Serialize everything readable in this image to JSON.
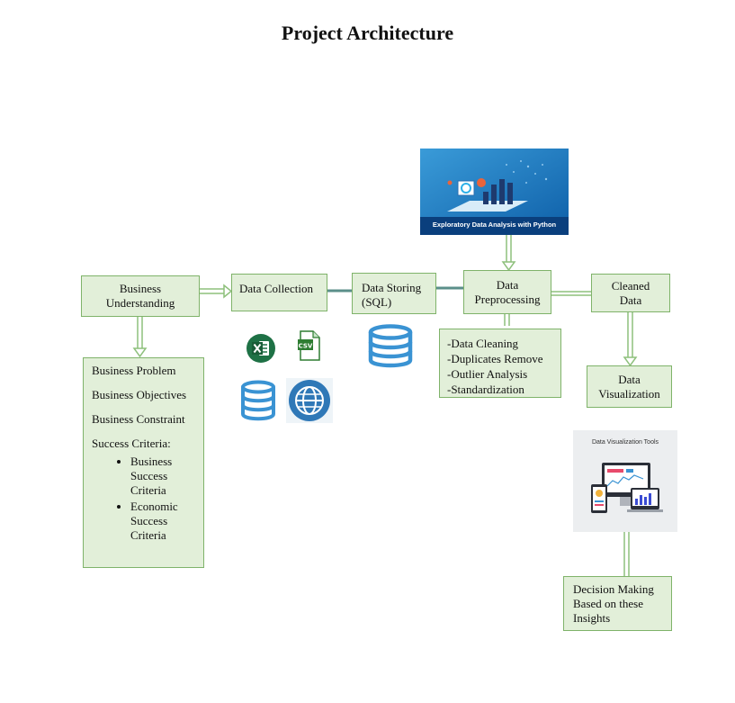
{
  "title": "Project Architecture",
  "nodes": {
    "business_understanding": [
      "Business",
      "Understanding"
    ],
    "data_collection": "Data Collection",
    "data_storing": [
      "Data Storing",
      "(SQL)"
    ],
    "data_preprocessing": [
      "Data",
      "Preprocessing"
    ],
    "cleaned_data": [
      "Cleaned",
      "Data"
    ],
    "data_visualization": [
      "Data",
      "Visualization"
    ],
    "decision_making": [
      "Decision Making",
      "Based on these",
      "Insights"
    ]
  },
  "business_details": {
    "items": [
      "Business Problem",
      "Business Objectives",
      "Business Constraint",
      "Success Criteria:"
    ],
    "bullets": [
      [
        "Business",
        "Success",
        "Criteria"
      ],
      [
        "Economic",
        "Success",
        "Criteria"
      ]
    ]
  },
  "preprocessing_steps": [
    "-Data Cleaning",
    "-Duplicates Remove",
    "-Outlier Analysis",
    "-Standardization"
  ],
  "images": {
    "eda_caption": "Exploratory Data Analysis with Python",
    "viz_tools_caption": "Data Visualization Tools"
  },
  "icons": [
    "excel-icon",
    "csv-icon",
    "database-icon",
    "globe-icon",
    "sql-database-icon"
  ],
  "colors": {
    "box_fill": "#e2efd9",
    "box_border": "#7fb36a",
    "connector_green": "#8ec07c",
    "connector_teal": "#5b8f8a",
    "db_blue": "#3a93d3"
  }
}
